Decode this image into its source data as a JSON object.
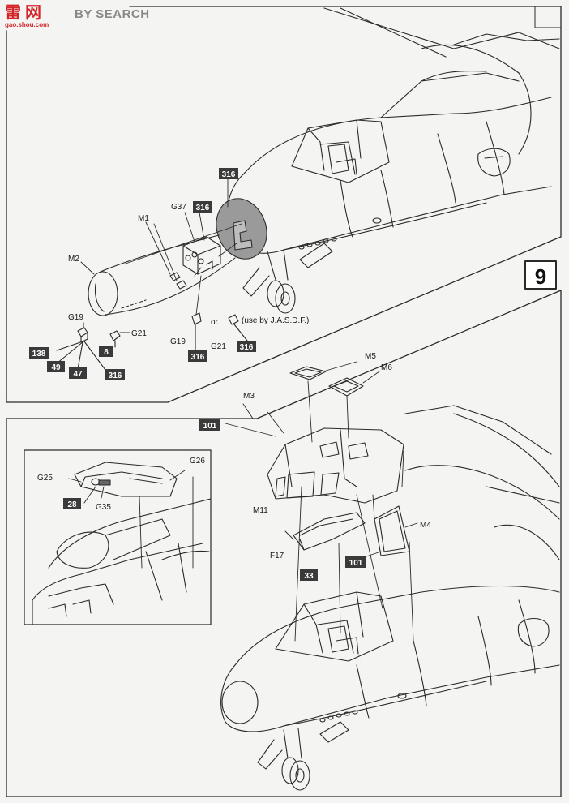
{
  "watermark": {
    "logo_cn": "雷 网",
    "logo_url": "gao.shou.com",
    "text": "BY SEARCH"
  },
  "step_number": "9",
  "callouts": {
    "top_316_a": "316",
    "top_316_b": "316",
    "top_316_c": "316",
    "top_316_d": "316",
    "top_316_e": "316",
    "top_138": "138",
    "top_49": "49",
    "top_47": "47",
    "top_8": "8",
    "bottom_101_a": "101",
    "bottom_101_b": "101",
    "bottom_33": "33",
    "inset_28": "28"
  },
  "part_labels": {
    "m1": "M1",
    "g37": "G37",
    "m2": "M2",
    "g19_left": "G19",
    "g21_left": "G21",
    "g19_mid": "G19",
    "g21_mid": "G21",
    "or": "or",
    "jasdf_note": "(use by J.A.S.D.F.)",
    "m3": "M3",
    "m5": "M5",
    "m6": "M6",
    "m11": "M11",
    "m4": "M4",
    "f17": "F17",
    "g25": "G25",
    "g26": "G26",
    "g35": "G35"
  },
  "colors": {
    "ink": "#2a2a2a",
    "paper": "#f4f4f2",
    "callout_fill": "#3a3a3a",
    "callout_text": "#ffffff",
    "radome_shade": "#9a9a9a",
    "watermark_red": "#d3262a"
  }
}
